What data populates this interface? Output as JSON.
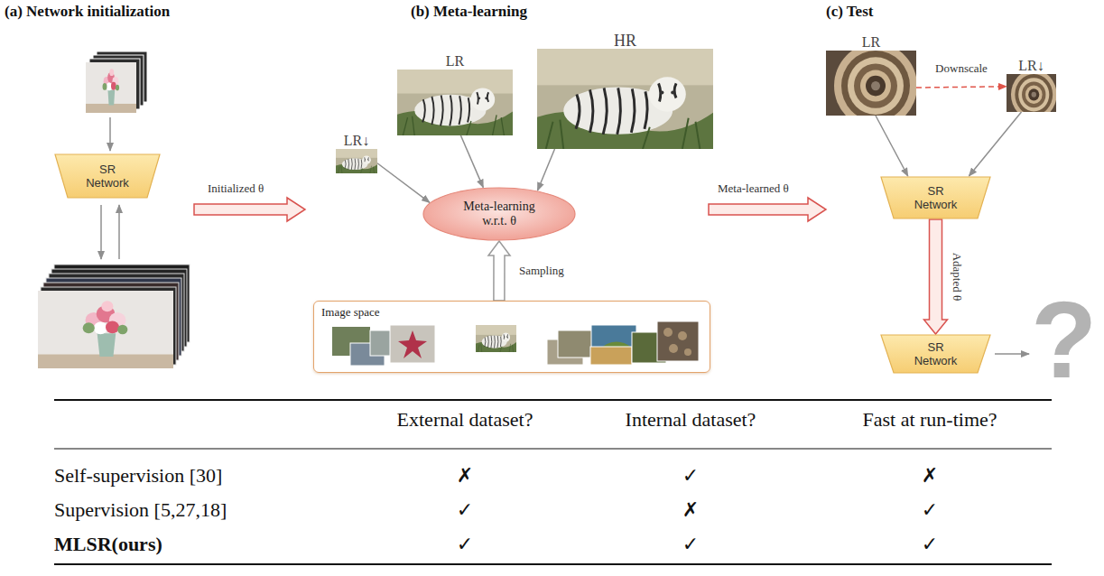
{
  "diagram": {
    "nodes": [
      {
        "text": [
          "SR Network"
        ]
      },
      {
        "text": [
          "LR↓"
        ]
      },
      {
        "text": [
          "LR"
        ]
      },
      {
        "text": [
          "HR"
        ]
      },
      {
        "text": [
          "Meta-learning w.r.t. θ"
        ]
      },
      {
        "text": [
          "Image space"
        ]
      },
      {
        "text": [
          "LR"
        ]
      },
      {
        "text": [
          "LR↓"
        ]
      },
      {
        "text": [
          "SR Network"
        ]
      },
      {
        "text": [
          "SR Network"
        ]
      }
    ],
    "edges": [
      {
        "from": 1,
        "to": 4,
        "arrow": "to"
      },
      {
        "from": 2,
        "to": 4,
        "arrow": "to"
      },
      {
        "from": 3,
        "to": 4,
        "arrow": "to"
      },
      {
        "from": 5,
        "to": 4,
        "arrow": "to",
        "label": "Sampling"
      },
      {
        "from": 6,
        "to": 7,
        "arrow": "to",
        "label": "Downscale"
      },
      {
        "from": 6,
        "to": 8,
        "arrow": "to"
      },
      {
        "from": 7,
        "to": 8,
        "arrow": "to"
      },
      {
        "from": 8,
        "to": 9,
        "arrow": "to",
        "label": "Adapted θ"
      }
    ],
    "labels": [
      "(a) Network initialization",
      "(b) Meta-learning",
      "(c) Test",
      "Initialized θ",
      "Meta-learned θ",
      "?",
      "External dataset?",
      "Internal dataset?",
      "Fast at run-time?",
      "Self-supervision [30]",
      "✗",
      "✓",
      "✗",
      "Supervision [5,27,18]",
      "✓",
      "✗",
      "✓",
      "MLSR(ours)",
      "✓",
      "✓",
      "✓"
    ]
  }
}
